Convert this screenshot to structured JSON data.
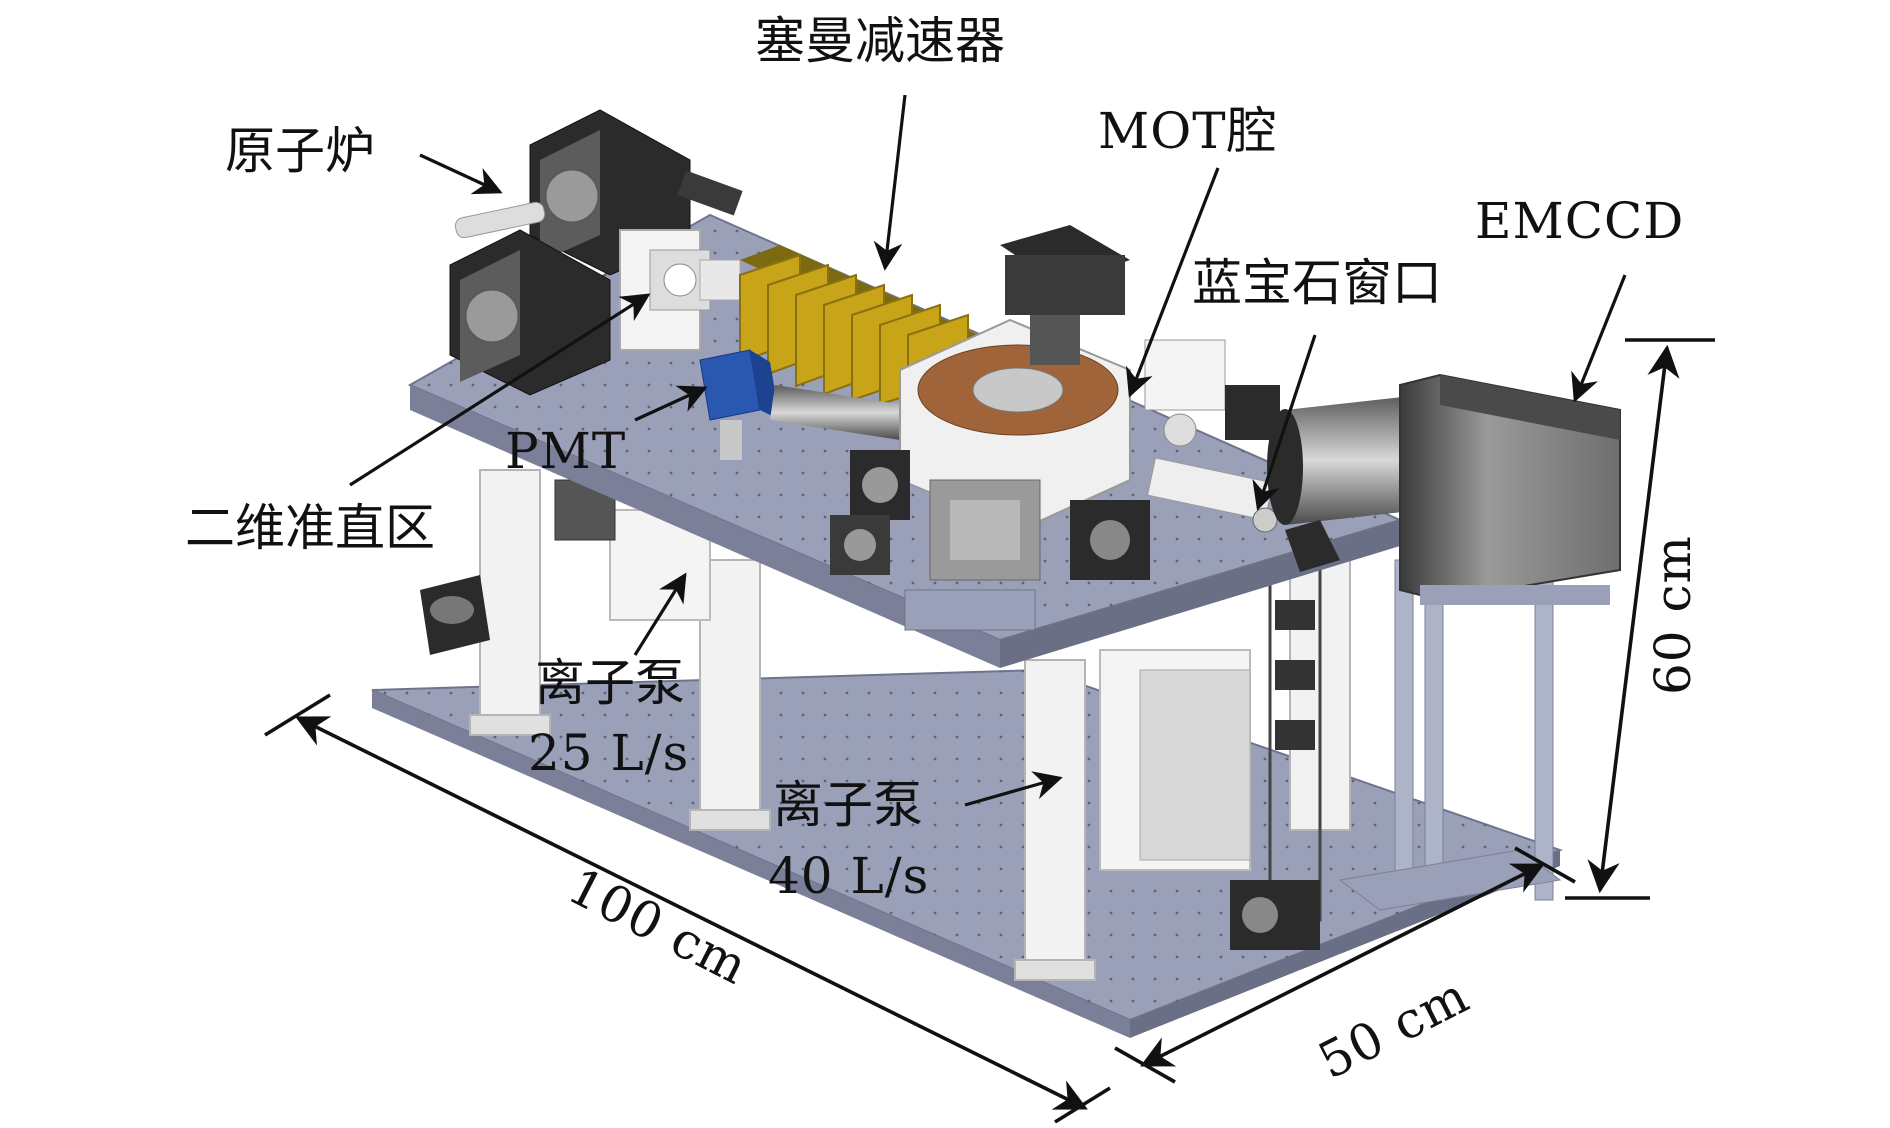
{
  "labels": {
    "oven": "原子炉",
    "zeeman": "塞曼减速器",
    "mot": "MOT腔",
    "sapphire": "蓝宝石窗口",
    "emccd": "EMCCD",
    "pmt": "PMT",
    "collimation": "二维准直区",
    "pump_small": "离子泵",
    "pump_small_speed": "25 L/s",
    "pump_large": "离子泵",
    "pump_large_speed": "40 L/s"
  },
  "dimensions": {
    "length": "100 cm",
    "width": "50 cm",
    "height": "60 cm"
  },
  "colors": {
    "table_top": "#9aa0b8",
    "table_side": "#7b8098",
    "frame": "#ececec",
    "zeeman_plates": "#c8a418",
    "pmt_blue": "#2a58b0",
    "copper": "#a0643a",
    "dark_mount": "#2b2b2b"
  }
}
